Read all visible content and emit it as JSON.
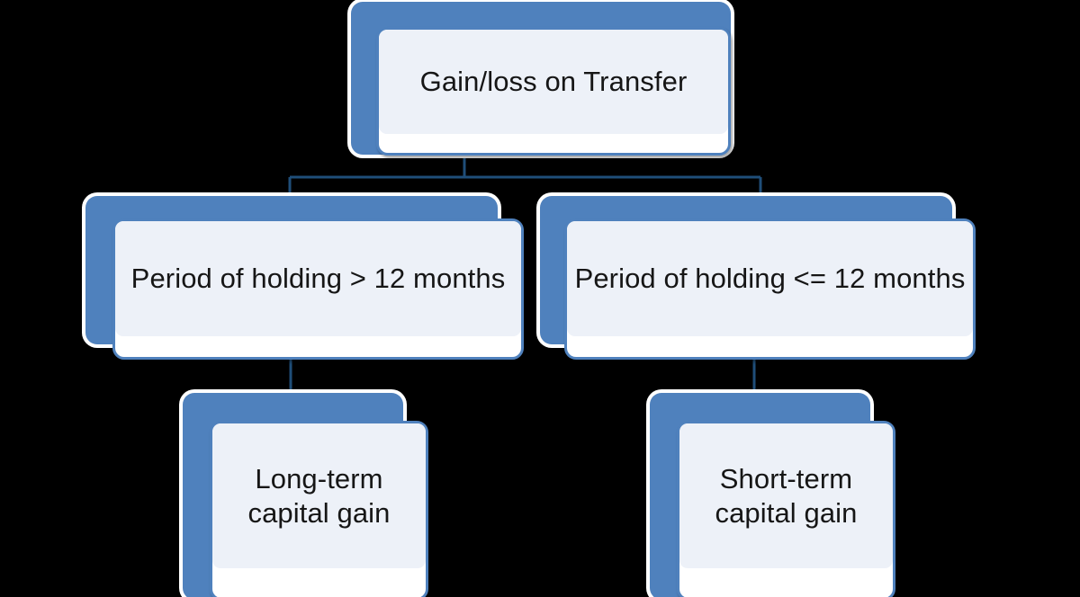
{
  "diagram": {
    "title": "Gain/loss on Transfer",
    "type": "hierarchy-flow-chart",
    "background_color": "#000000",
    "accent_color": "#4f81bd",
    "card_fill_color": "#ffffff",
    "text_frame_color": "#edf1f8",
    "connector_color": "#1f4e79",
    "text_color": "#161616",
    "nodes": [
      {
        "id": "root",
        "label": "Gain/loss on Transfer",
        "level": "root"
      },
      {
        "id": "holding-gt-12",
        "label": "Period of holding > 12 months",
        "level": "two"
      },
      {
        "id": "holding-lte-12",
        "label": "Period of holding <= 12 months",
        "level": "two"
      },
      {
        "id": "long-term-gain",
        "label": "Long-term\ncapital gain",
        "level": "leaf"
      },
      {
        "id": "short-term-gain",
        "label": "Short-term\ncapital gain",
        "level": "leaf"
      }
    ],
    "edges": [
      {
        "from": "root",
        "to": "holding-gt-12"
      },
      {
        "from": "root",
        "to": "holding-lte-12"
      },
      {
        "from": "holding-gt-12",
        "to": "long-term-gain"
      },
      {
        "from": "holding-lte-12",
        "to": "short-term-gain"
      }
    ]
  }
}
